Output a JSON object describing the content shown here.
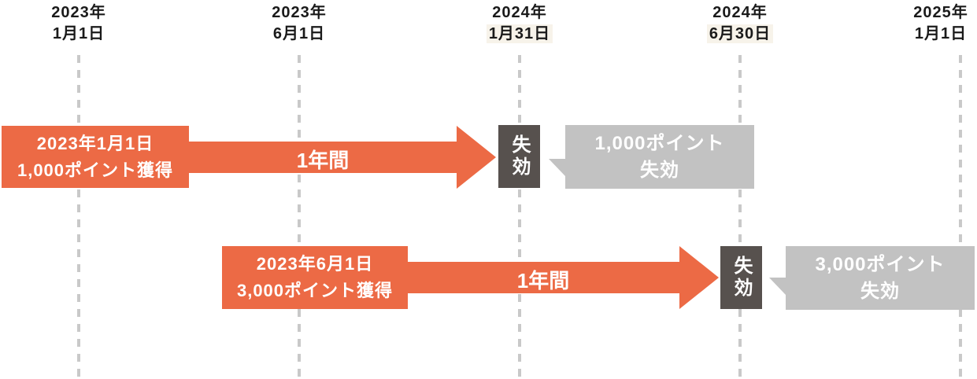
{
  "colors": {
    "orange": "#EC6A45",
    "dark": "#57514E",
    "bubble": "#C2C2C2",
    "dash": "#C9C9C9",
    "text": "#1A1A1A",
    "highlight": "#F7F3EA"
  },
  "timeline": {
    "dates": [
      {
        "line1": "2023年",
        "line2": "1月1日",
        "highlight": false
      },
      {
        "line1": "2023年",
        "line2": "6月1日",
        "highlight": false
      },
      {
        "line1": "2024年",
        "line2": "1月31日",
        "highlight": true
      },
      {
        "line1": "2024年",
        "line2": "6月30日",
        "highlight": true
      },
      {
        "line1": "2025年",
        "line2": "1月1日",
        "highlight": false
      }
    ]
  },
  "rows": [
    {
      "gain_line1": "2023年1月1日",
      "gain_line2": "1,000ポイント獲得",
      "duration": "1年間",
      "expire": "失効",
      "bubble_line1": "1,000ポイント",
      "bubble_line2": "失効"
    },
    {
      "gain_line1": "2023年6月1日",
      "gain_line2": "3,000ポイント獲得",
      "duration": "1年間",
      "expire": "失効",
      "bubble_line1": "3,000ポイント",
      "bubble_line2": "失効"
    }
  ]
}
